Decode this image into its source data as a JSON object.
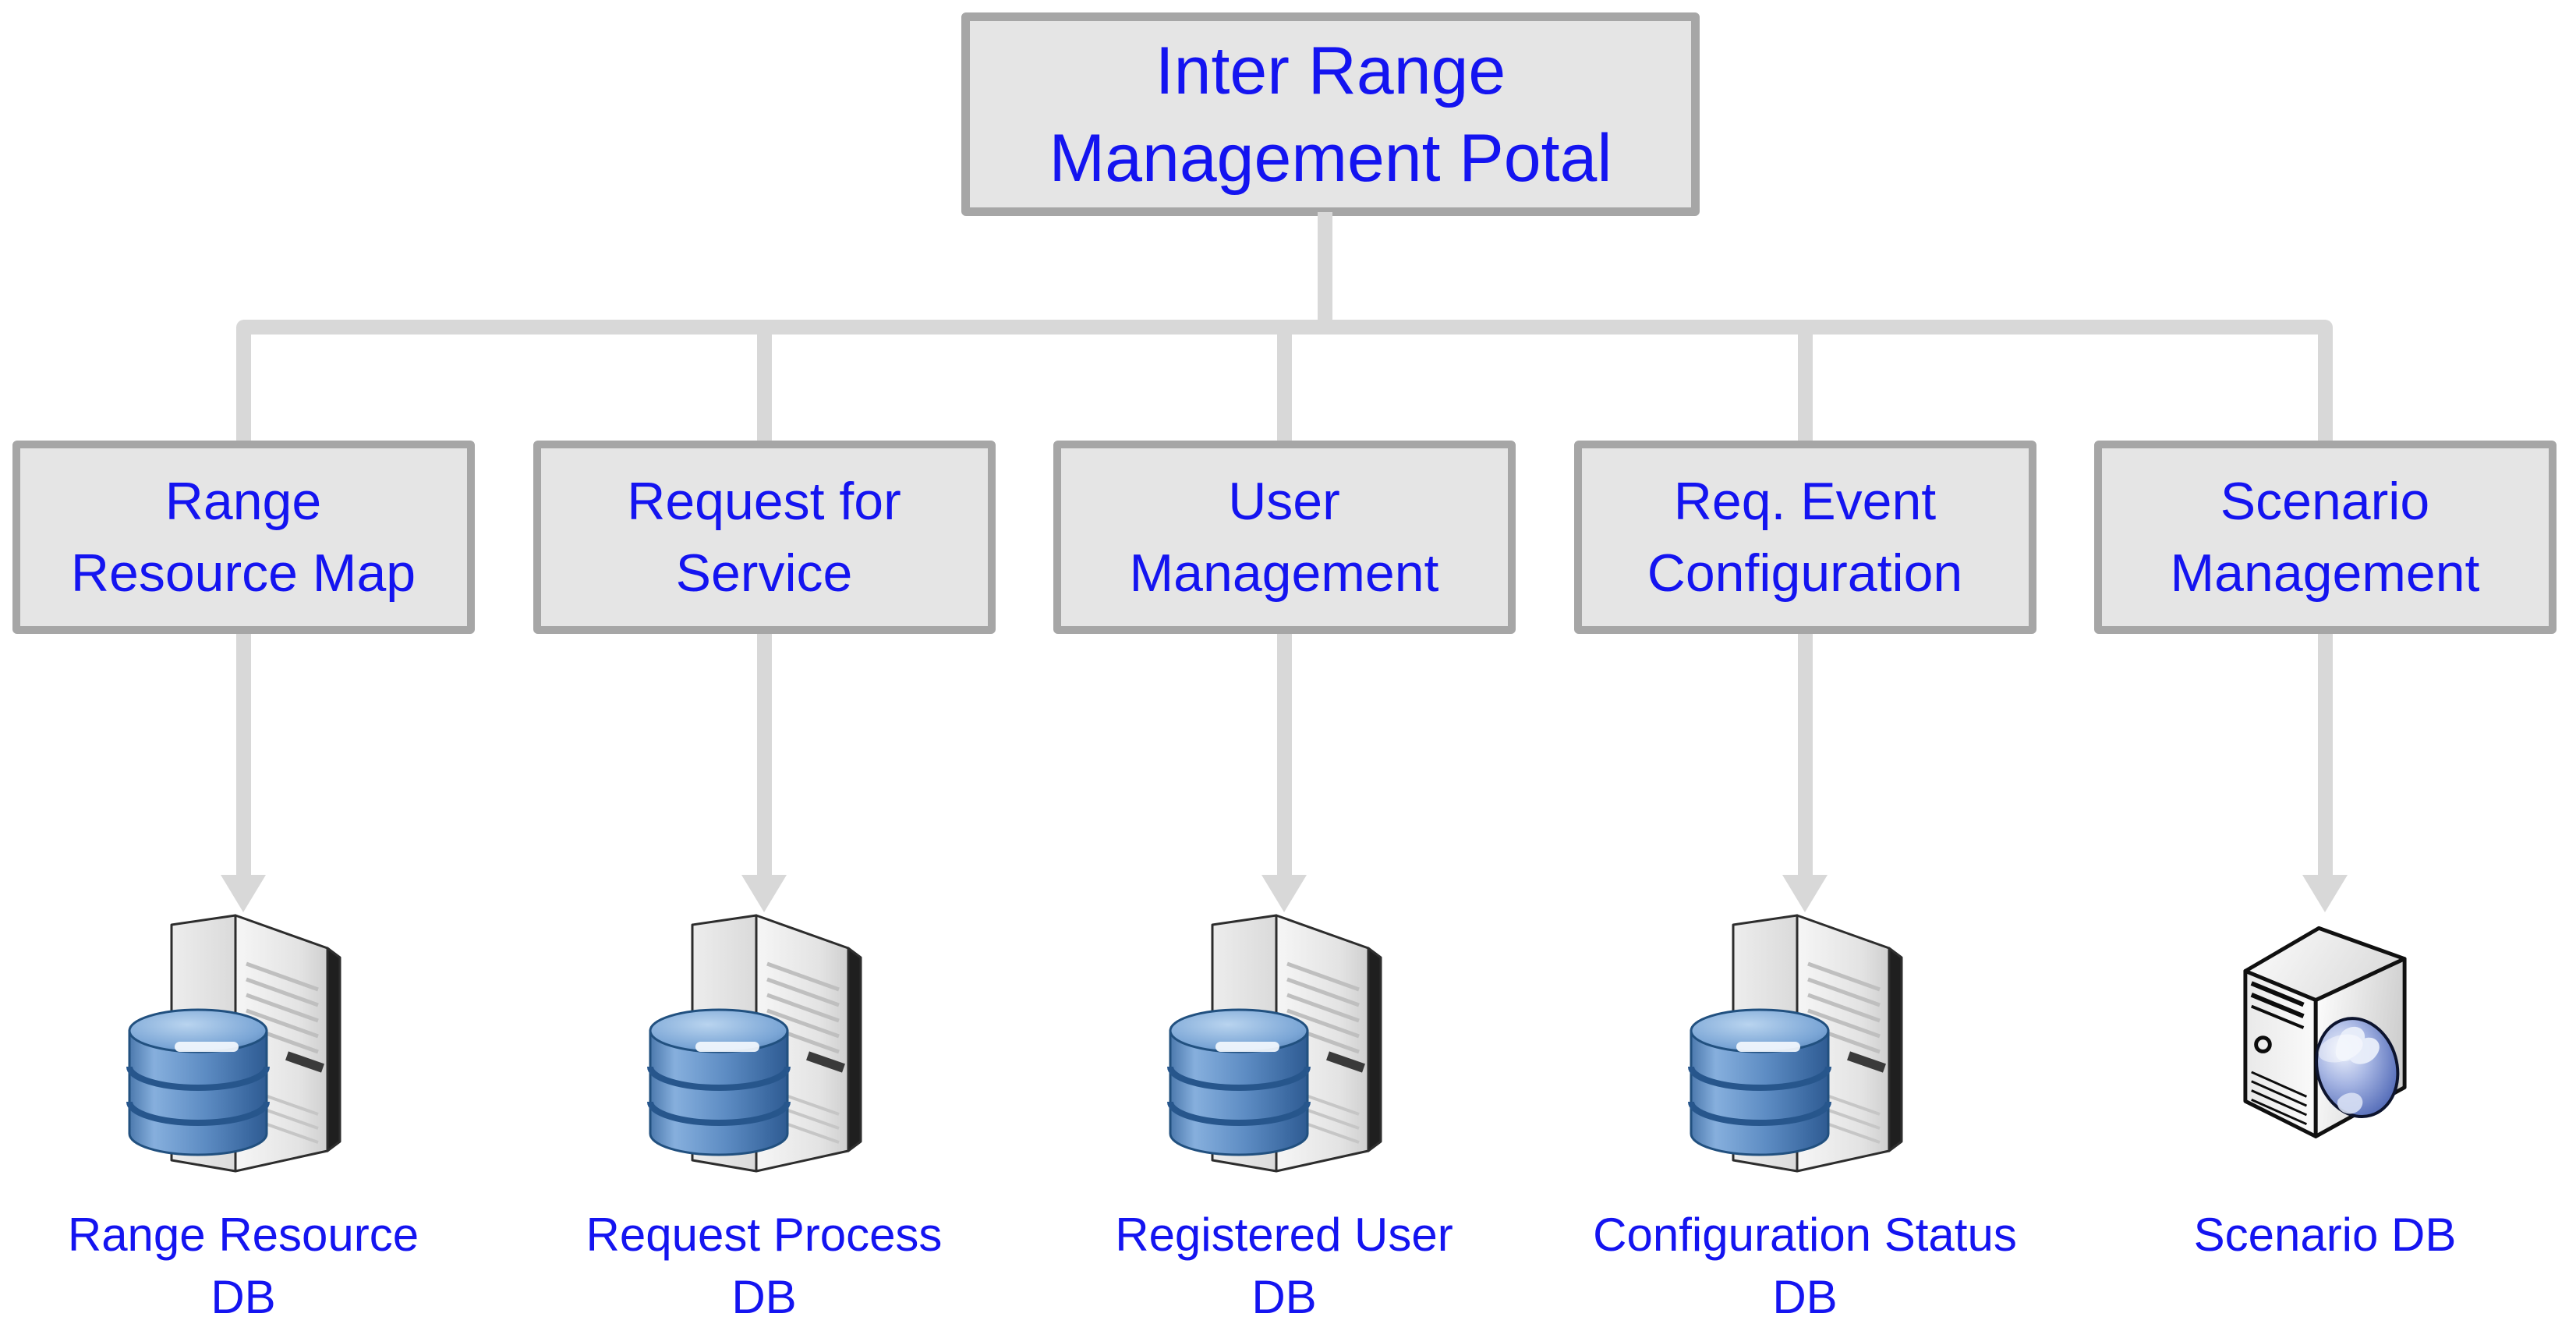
{
  "diagram": {
    "root": {
      "label": "Inter Range\nManagement Potal"
    },
    "modules": [
      {
        "label": "Range\nResource Map",
        "db_label": "Range Resource\nDB",
        "icon": "database-server-icon"
      },
      {
        "label": "Request for\nService",
        "db_label": "Request Process\nDB",
        "icon": "database-server-icon"
      },
      {
        "label": "User\nManagement",
        "db_label": "Registered User\nDB",
        "icon": "database-server-icon"
      },
      {
        "label": "Req. Event\nConfiguration",
        "db_label": "Configuration Status\nDB",
        "icon": "database-server-icon"
      },
      {
        "label": "Scenario\nManagement",
        "db_label": "Scenario DB",
        "icon": "web-server-icon"
      }
    ],
    "colors": {
      "text": "#1414F0",
      "box_fill": "#E5E5E5",
      "box_border": "#A6A6A6",
      "connector": "#D8D8D8",
      "database_blue": "#5585BE"
    }
  }
}
